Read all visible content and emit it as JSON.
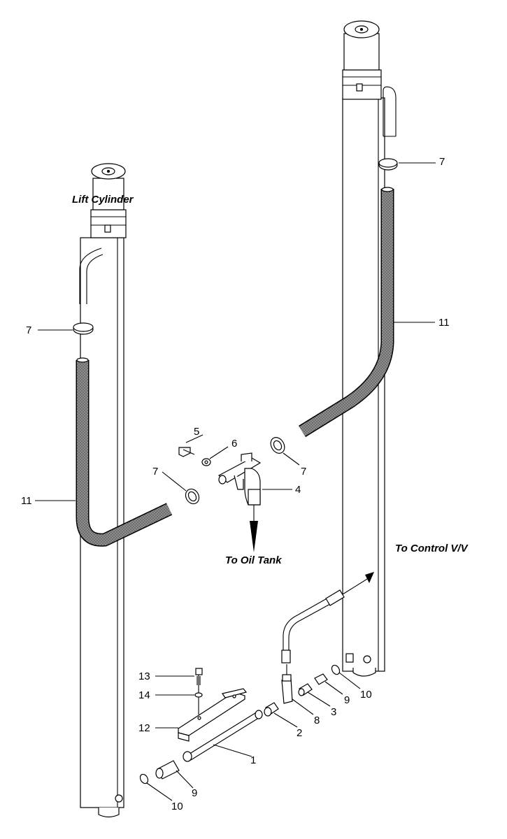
{
  "captions": {
    "lift_cylinder": "Lift Cylinder",
    "to_oil_tank": "To Oil Tank",
    "to_control_vv": "To Control V/V"
  },
  "callouts": {
    "c7_right_top": "7",
    "c11_right": "11",
    "c7_left": "7",
    "c11_left": "11",
    "c5": "5",
    "c6": "6",
    "c7_mid_left": "7",
    "c7_mid_right": "7",
    "c4": "4",
    "c13": "13",
    "c14": "14",
    "c12": "12",
    "c1": "1",
    "c2": "2",
    "c8": "8",
    "c3": "3",
    "c9_right": "9",
    "c10_right": "10",
    "c9_left": "9",
    "c10_left": "10"
  },
  "colors": {
    "line": "#000000",
    "hose_fill": "#6e6e6e",
    "background": "#ffffff"
  }
}
